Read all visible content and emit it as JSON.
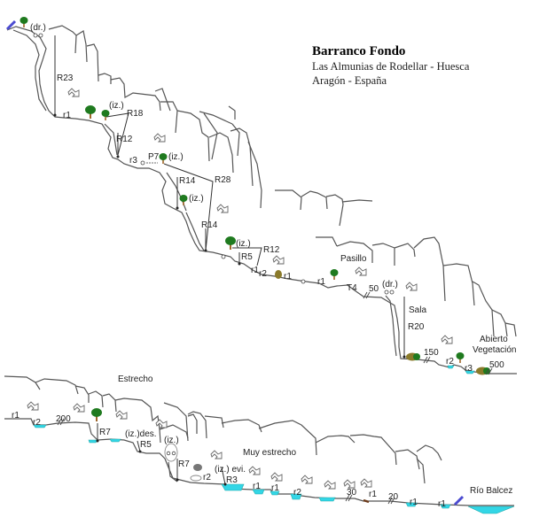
{
  "title": {
    "name": "Barranco Fondo",
    "location": "Las Almunias de Rodellar - Huesca",
    "region": "Aragón - España"
  },
  "colors": {
    "line": "#555555",
    "water": "#33d6e6",
    "tree_canopy": "#1f7a1f",
    "tree_trunk": "#a0662a",
    "bush": "#8a7a2a",
    "arrow_entry": "#4b4bd0"
  },
  "labels": {
    "dr1": "(dr.)",
    "R23": "R23",
    "r1a": "r1",
    "iz1": "(iz.)",
    "R18": "R18",
    "R12a": "R12",
    "r3a": "r3",
    "P7": "P7",
    "iz2": "(iz.)",
    "R28": "R28",
    "R14a": "R14",
    "iz3": "(iz.)",
    "R14b": "R14",
    "iz4": "(iz.)",
    "R12b": "R12",
    "R5a": "R5",
    "r1b": "r1",
    "r2a": "r2",
    "r1c": "r1",
    "r1d": "r1",
    "pasillo": "Pasillo",
    "T4": "T4",
    "d50": "50",
    "dr2": "(dr.)",
    "sala": "Sala",
    "R20": "R20",
    "d150": "150",
    "r2b": "r2",
    "r3b": "r3",
    "abierto": "Abierto",
    "vegetacion": "Vegetación",
    "d500": "500",
    "estrecho": "Estrecho",
    "r1e": "r1",
    "r2c": "r2",
    "d200": "200",
    "R7a": "R7",
    "izdes": "(iz.)des.",
    "R5b": "R5",
    "iz5": "(iz.)",
    "R7b": "R7",
    "r2d": "r2",
    "izevi": "(iz.) evi.",
    "R3": "R3",
    "muy_estrecho": "Muy estrecho",
    "r1f": "r1",
    "r1g": "r1",
    "r2e": "r2",
    "d30": "30",
    "r1h": "r1",
    "d20": "20",
    "r1i": "r1",
    "r1j": "r1",
    "rio": "Río Balcez"
  }
}
